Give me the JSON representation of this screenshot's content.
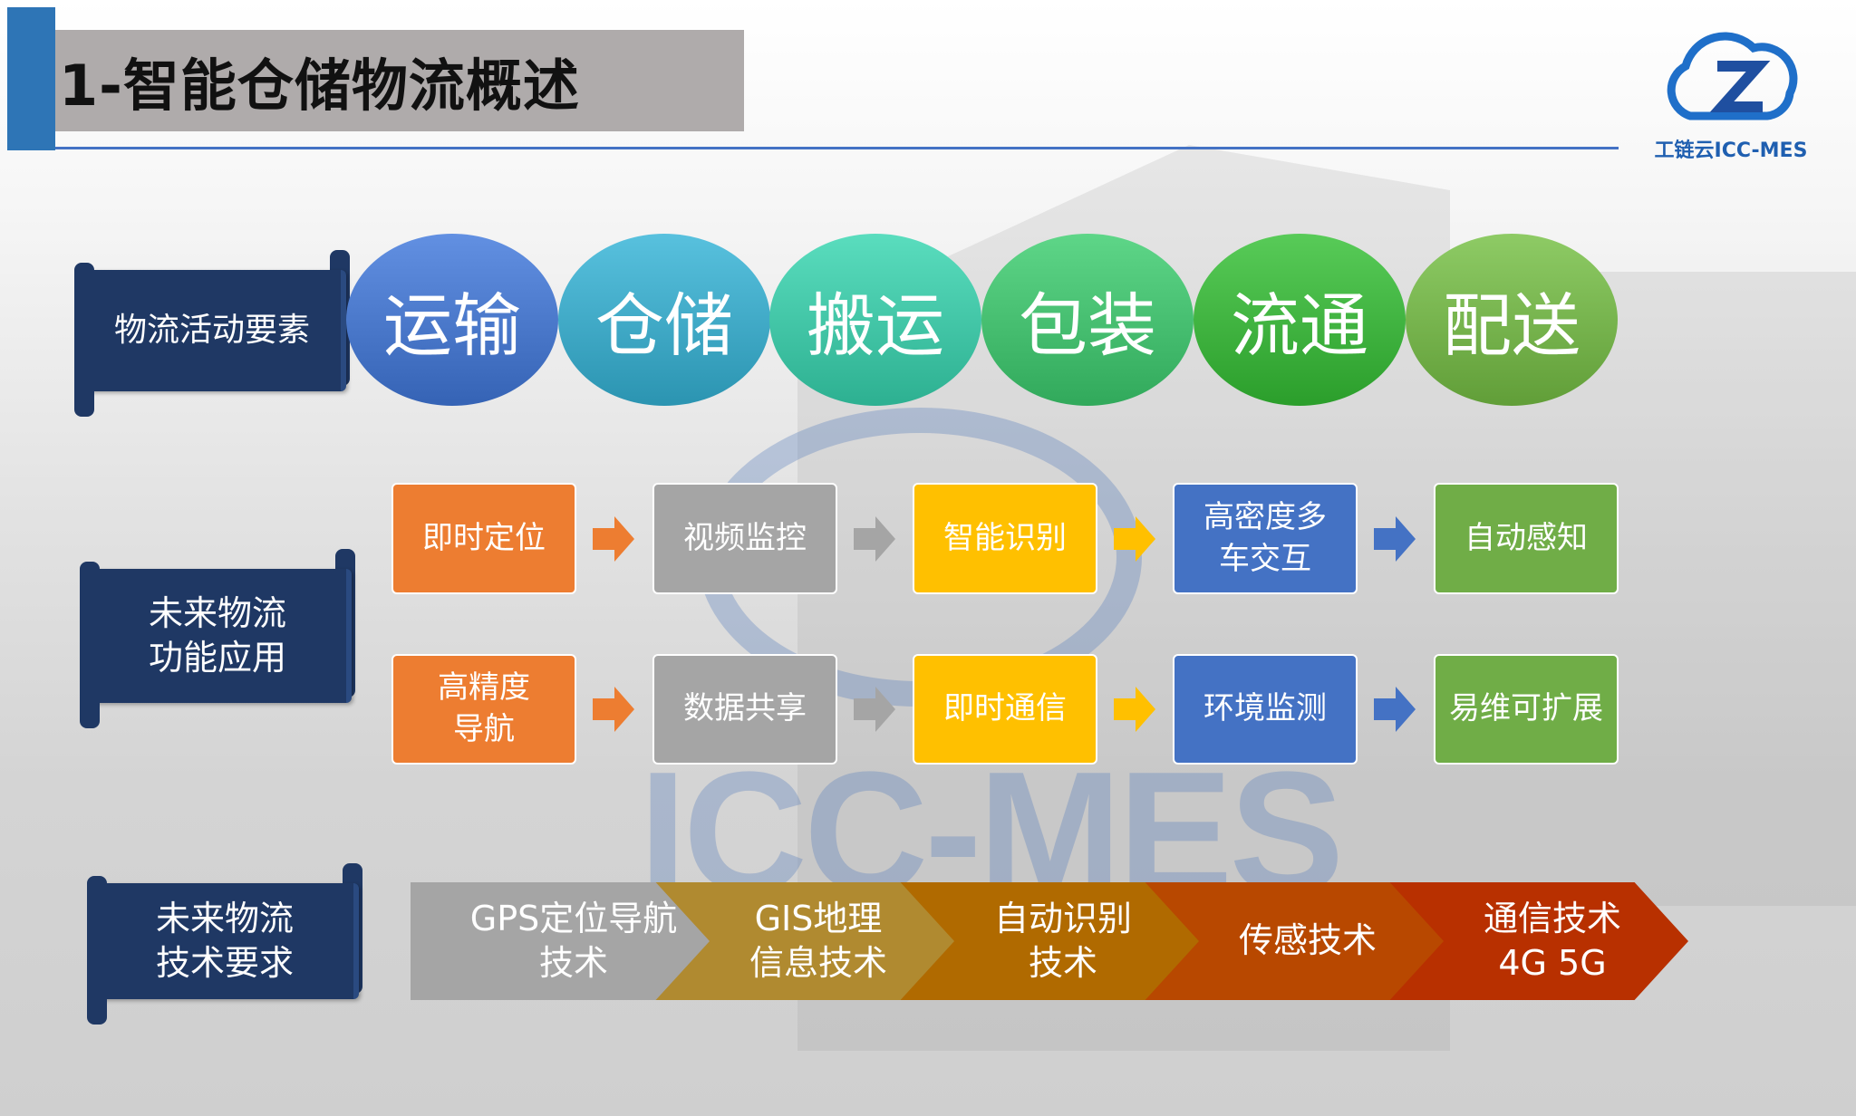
{
  "title": "1-智能仓储物流概述",
  "logo": {
    "text": "工链云ICC-MES",
    "watermark": "ICC-MES"
  },
  "sections": {
    "elements_label": "物流活动要素",
    "future_apps_label": "未来物流\n功能应用",
    "tech_req_label": "未来物流\n技术要求"
  },
  "elements": [
    "运输",
    "仓储",
    "搬运",
    "包装",
    "流通",
    "配送"
  ],
  "element_colors": [
    "#4472c4",
    "#3aa3c0",
    "#3cbfa0",
    "#40b86a",
    "#3aad3a",
    "#70ad47"
  ],
  "apps_row1": [
    "即时定位",
    "视频监控",
    "智能识别",
    "高密度多\n车交互",
    "自动感知"
  ],
  "apps_row2": [
    "高精度\n导航",
    "数据共享",
    "即时通信",
    "环境监测",
    "易维可扩展"
  ],
  "app_colors": [
    "#ed7d31",
    "#a5a5a5",
    "#ffc000",
    "#4472c4",
    "#70ad47"
  ],
  "tech": [
    "GPS定位导航\n技术",
    "GIS地理\n信息技术",
    "自动识别\n技术",
    "传感技术",
    "通信技术\n4G 5G"
  ],
  "tech_colors": [
    "#a5a5a5",
    "#b08a30",
    "#b06a00",
    "#b84800",
    "#b83000"
  ]
}
